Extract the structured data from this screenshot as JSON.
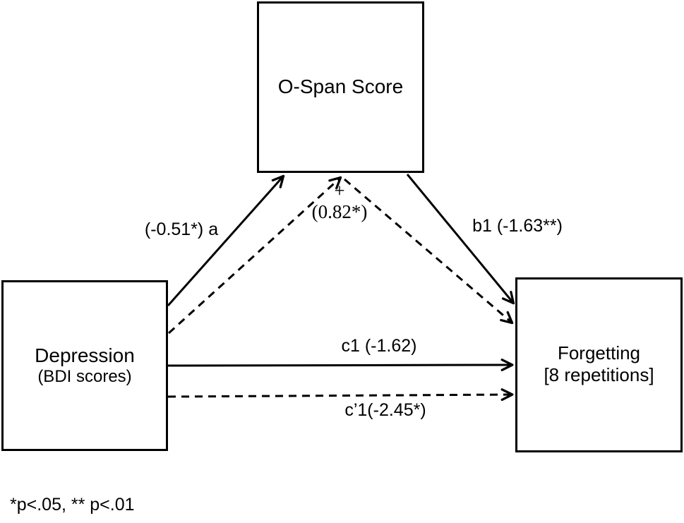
{
  "diagram_type": "mediation-path-model",
  "colors": {
    "ink": "#000000",
    "background": "#ffffff"
  },
  "nodes": {
    "mediator": {
      "label": "O-Span Score"
    },
    "predictor": {
      "label": "Depression",
      "sublabel": "(BDI scores)"
    },
    "outcome": {
      "label": "Forgetting",
      "sublabel": "[8 repetitions]"
    }
  },
  "edges": {
    "a": {
      "from": "Depression",
      "to": "O-Span Score",
      "style": "solid",
      "label": "(-0.51*) a"
    },
    "indirect": {
      "from": "Depression",
      "to": "Forgetting",
      "via": "O-Span Score",
      "style": "dashed",
      "sign": "+",
      "value": "(0.82*)"
    },
    "b1": {
      "from": "O-Span Score",
      "to": "Forgetting",
      "style": "solid",
      "label": "b1 (-1.63**)"
    },
    "c1": {
      "from": "Depression",
      "to": "Forgetting",
      "style": "solid",
      "label": "c1 (-1.62)"
    },
    "c_prime1": {
      "from": "Depression",
      "to": "Forgetting",
      "style": "dashed",
      "label": "c’1(-2.45*)"
    }
  },
  "footnote": "*p<.05, ** p<.01"
}
